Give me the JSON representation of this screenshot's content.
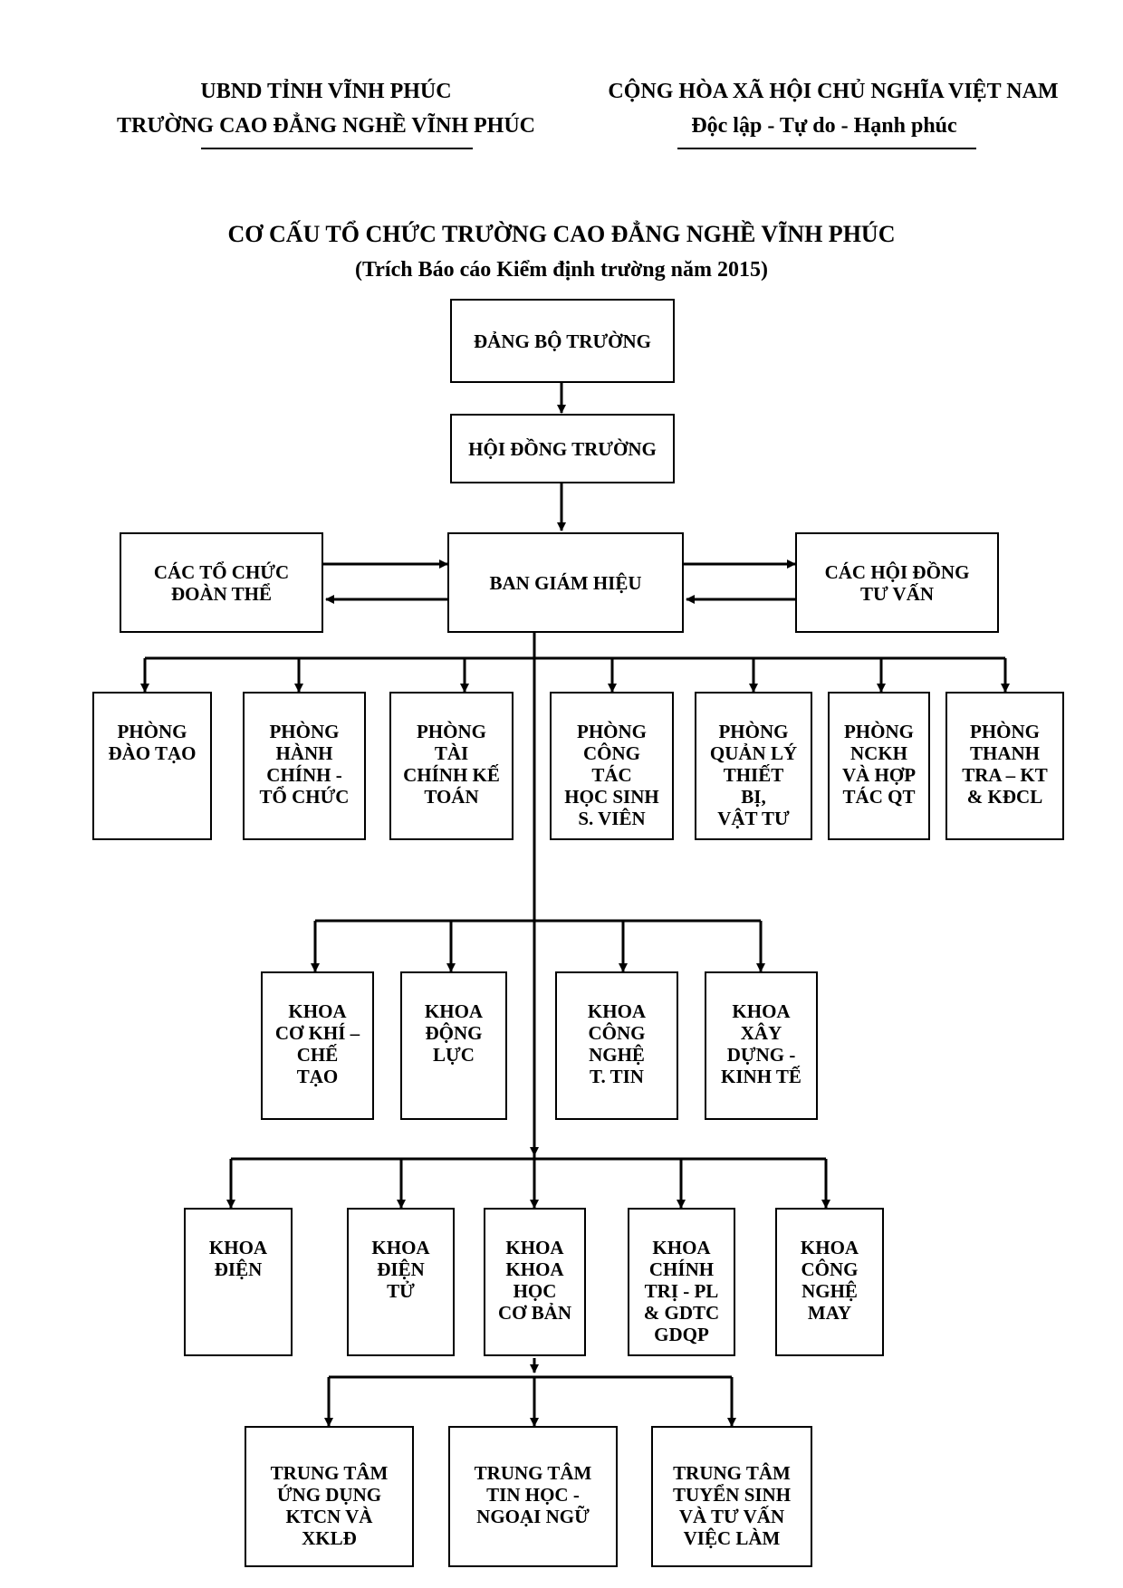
{
  "header": {
    "left_line1": "UBND TỈNH VĨNH PHÚC",
    "left_line2": "TRƯỜNG CAO ĐẲNG NGHỀ VĨNH PHÚC",
    "right_line1": "CỘNG HÒA XÃ HỘI CHỦ NGHĨA VIỆT NAM",
    "right_line2": "Độc lập - Tự do - Hạnh phúc"
  },
  "title": "CƠ CẤU TỔ CHỨC TRƯỜNG CAO ĐẲNG NGHỀ VĨNH PHÚC",
  "subtitle": "(Trích Báo cáo Kiểm định trường năm 2015)",
  "boxes": {
    "dang_bo": "ĐẢNG BỘ TRƯỜNG",
    "hoi_dong": "HỘI ĐỒNG TRƯỜNG",
    "ban_giam_hieu": "BAN GIÁM HIỆU",
    "to_chuc_doan_the": "CÁC TỔ CHỨC\nĐOÀN THỂ",
    "hoi_dong_tu_van": "CÁC HỘI ĐỒNG\nTƯ VẤN"
  },
  "phong": [
    "PHÒNG\nĐÀO TẠO",
    "PHÒNG\nHÀNH\nCHÍNH -\nTỔ CHỨC",
    "PHÒNG\nTÀI\nCHÍNH KẾ\nTOÁN",
    "PHÒNG\nCÔNG\nTÁC\nHỌC SINH\nS. VIÊN",
    "PHÒNG\nQUẢN LÝ\nTHIẾT\nBỊ,\nVẬT TƯ",
    "PHÒNG\nNCKH\nVÀ HỢP\nTÁC QT",
    "PHÒNG\nTHANH\nTRA – KT\n& KĐCL"
  ],
  "khoa_row1": [
    "KHOA\nCƠ KHÍ –\nCHẾ\nTẠO",
    "KHOA\nĐỘNG\nLỰC",
    "KHOA\nCÔNG\nNGHỆ\nT. TIN",
    "KHOA\nXÂY\nDỰNG  -\nKINH TẾ"
  ],
  "khoa_row2": [
    "KHOA\nĐIỆN",
    "KHOA\nĐIỆN\nTỬ",
    "KHOA\nKHOA\nHỌC\nCƠ BẢN",
    "KHOA\nCHÍNH\nTRỊ - PL\n& GDTC\nGDQP",
    "KHOA\nCÔNG\nNGHỆ\nMAY"
  ],
  "trung_tam": [
    "TRUNG TÂM\nỨNG DỤNG\nKTCN VÀ\nXKLĐ",
    "TRUNG TÂM\nTIN HỌC -\nNGOẠI NGỮ",
    "TRUNG TÂM\nTUYỂN SINH\nVÀ TƯ VẤN\nVIỆC LÀM"
  ]
}
